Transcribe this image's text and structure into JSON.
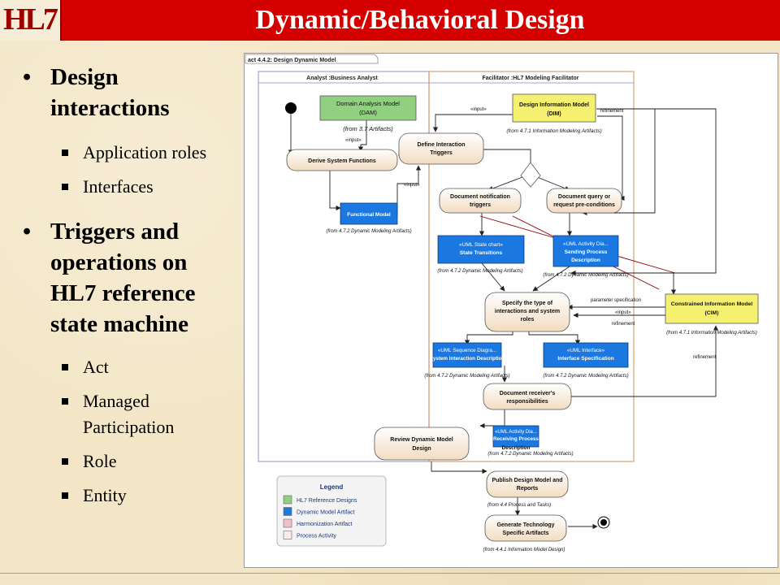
{
  "header": {
    "logo_text": "HL7",
    "title": "Dynamic/Behavioral  Design"
  },
  "bullets": [
    {
      "text": "Design interactions",
      "lines": [
        "Design",
        "interactions"
      ],
      "sub": [
        "Application roles",
        "Interfaces"
      ]
    },
    {
      "text": "Triggers and operations on HL7 reference state machine",
      "lines": [
        "Triggers and",
        "operations on",
        "HL7 reference",
        "state machine"
      ],
      "sub": [
        "Act",
        "Managed Participation",
        "Role",
        "Entity"
      ]
    }
  ],
  "diagram": {
    "frame_label": "act 4.4.2: Design Dynamic Model",
    "lanes": {
      "analyst": "Analyst :Business Analyst",
      "facilitator": "Facilitator :HL7 Modeling Facilitator"
    },
    "nodes": {
      "dam": [
        "Domain Analysis Model",
        "(DAM)"
      ],
      "dam_from": "(from 3.7 Artifacts)",
      "dim": [
        "Design Information Model",
        "(DIM)"
      ],
      "dim_from": "(from 4.7.1 Information Modeling Artifacts)",
      "derive": "Derive System Functions",
      "define": [
        "Define Interaction",
        "Triggers"
      ],
      "functional": "Functional Model",
      "functional_from": "(from 4.7.2 Dynamic Modeling Artifacts)",
      "notif": [
        "Document notification",
        "triggers"
      ],
      "query": [
        "Document query or",
        "request pre-conditions"
      ],
      "state": [
        "«UML State chart»",
        "State Transitions"
      ],
      "state_from": "(from 4.7.2 Dynamic Modeling Artifacts)",
      "sending": [
        "«UML Activity Dia...",
        "Sending Process",
        "Description"
      ],
      "sending_from": "(from 4.7.2 Dynamic Modeling Artifacts)",
      "specify": [
        "Specify the type of",
        "interactions and system",
        "roles"
      ],
      "cim": [
        "Constrained Information Model",
        "(CIM)"
      ],
      "cim_from": "(from 4.7.1 Information Modeling Artifacts)",
      "seqdiag": [
        "«UML Sequence Diagra...",
        "System Interaction Description"
      ],
      "seq_from": "(from 4.7.2 Dynamic Modeling Artifacts)",
      "iface": [
        "«UML Interface»",
        "Interface Specification"
      ],
      "iface_from": "(from 4.7.2 Dynamic Modeling Artifacts)",
      "receiver": [
        "Document receiver's",
        "responsibilities"
      ],
      "receiving": [
        "«UML Activity Dia...",
        "Receiving Process",
        "Description"
      ],
      "receiving_from": "(from 4.7.2 Dynamic Modeling Artifacts)",
      "review": [
        "Review Dynamic Model",
        "Design"
      ],
      "publish": [
        "Publish Design Model and",
        "Reports"
      ],
      "publish_from": "(from 4.4 Process and Tasks)",
      "generate": [
        "Generate Technology",
        "Specific Artifacts"
      ],
      "generate_from": "(from 4.4.1 Information Model Design)"
    },
    "edge_labels": {
      "input": "«input»",
      "refinement": "refinement",
      "param": "parameter specification"
    },
    "legend": {
      "title": "Legend",
      "items": [
        {
          "label": "HL7 Reference Designs",
          "color": "#90d080"
        },
        {
          "label": "Dynamic Model Artifact",
          "color": "#1a78e0"
        },
        {
          "label": "Harmonization Artifact",
          "color": "#f0c0c8"
        },
        {
          "label": "Process Activity",
          "color": "#fce8ec"
        }
      ]
    }
  }
}
